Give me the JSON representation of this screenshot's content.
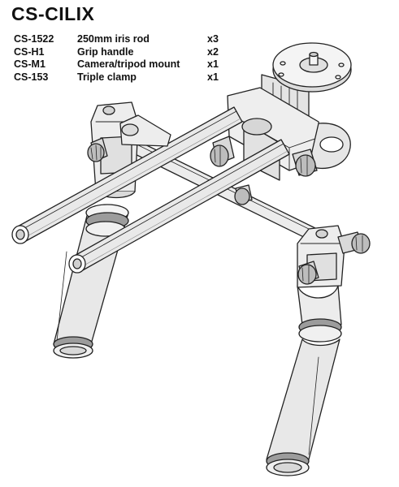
{
  "header": {
    "title": "CS-CILIX"
  },
  "parts": [
    {
      "code": "CS-1522",
      "description": "250mm iris rod",
      "qty": "x3"
    },
    {
      "code": "CS-H1",
      "description": "Grip handle",
      "qty": "x2"
    },
    {
      "code": "CS-M1",
      "description": "Camera/tripod mount",
      "qty": "x1"
    },
    {
      "code": "CS-153",
      "description": "Triple clamp",
      "qty": "x1"
    }
  ],
  "colors": {
    "line": "#222222",
    "fill_light": "#f2f2f2",
    "fill_mid": "#d9d9d9",
    "fill_dark": "#a8a8a8"
  }
}
